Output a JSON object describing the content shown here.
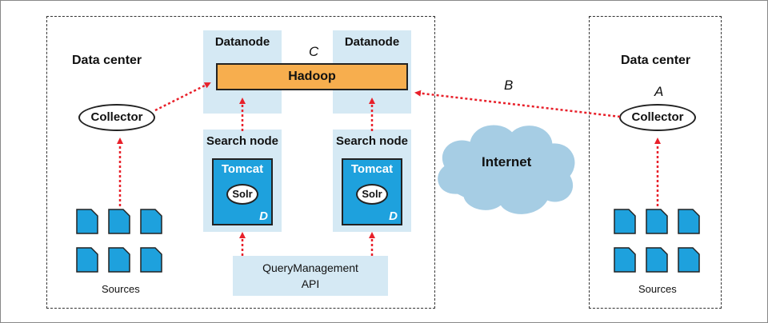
{
  "left_dc": {
    "label": "Data center",
    "collector": "Collector",
    "sources": "Sources"
  },
  "right_dc": {
    "label": "Data center",
    "collector": "Collector",
    "sources": "Sources",
    "tag_a": "A"
  },
  "datanodes": [
    {
      "label": "Datanode"
    },
    {
      "label": "Datanode"
    }
  ],
  "hadoop": {
    "label": "Hadoop",
    "tag_c": "C"
  },
  "search_nodes": [
    {
      "label": "Search node",
      "server": "Tomcat",
      "index": "Solr",
      "tag": "D"
    },
    {
      "label": "Search node",
      "server": "Tomcat",
      "index": "Solr",
      "tag": "D"
    }
  ],
  "query_management": {
    "line1": "QueryManagement",
    "line2": "API"
  },
  "internet": {
    "label": "Internet"
  },
  "link_tag_b": "B",
  "colors": {
    "arrow": "#e8202a",
    "light_box": "#d5e9f4",
    "tomcat": "#1ea1dd",
    "hadoop": "#f7ae4e",
    "cloud": "#a6cde4",
    "doc": "#1ea1dd"
  },
  "icons": [
    "document-icon",
    "cloud-icon",
    "arrow-icon"
  ]
}
